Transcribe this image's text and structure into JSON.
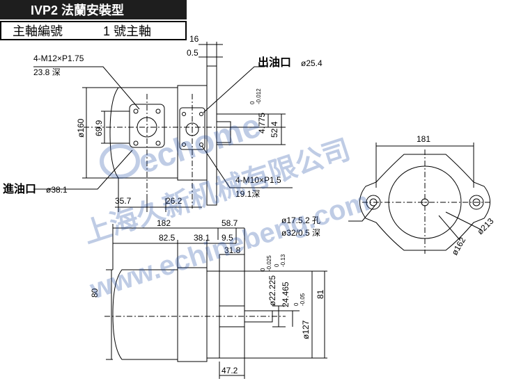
{
  "header": {
    "title": "IVP2 法蘭安裝型",
    "shaft_label": "主軸編號",
    "shaft_value": "1 號主軸"
  },
  "labels": {
    "outlet": "出油口",
    "outlet_size": "ø25.4",
    "inlet": "進油口",
    "inlet_size": "ø38.1",
    "inlet_thread": "4-M12×P1.75",
    "inlet_depth": "23.8 深",
    "outlet_thread": "4-M10×P1.5",
    "outlet_depth": "19.1深",
    "mount_hole": "ø17.5,2 孔",
    "mount_cbore": "ø32/0.5 深"
  },
  "dims": {
    "d16": "16",
    "d0_5": "0.5",
    "d4_775": "4.775",
    "tol_4775_hi": "0",
    "tol_4775_lo": "-0.012",
    "d52_4": "52.4",
    "d160": "ø160",
    "d69_9": "69.9",
    "d35_7": "35.7",
    "d26_2": "26.2",
    "d181": "181",
    "d213": "ø213",
    "d162": "ø162",
    "d182": "182",
    "d58_7": "58.7",
    "d82_5": "82.5",
    "d38_1": "38.1",
    "d9_5": "9.5",
    "d31_8": "31.8",
    "d80": "80",
    "d22_225": "ø22.225",
    "tol_22_hi": "0",
    "tol_22_lo": "-0.025",
    "d24_465": "24.465",
    "tol_24_hi": "0",
    "tol_24_lo": "-0.13",
    "d127": "ø127",
    "tol_127_hi": "0",
    "tol_127_lo": "-0.05",
    "d81": "81",
    "d47_2": "47.2"
  },
  "watermark": {
    "brand": "echome",
    "company": "上海久新机械有限公司",
    "url": "www.echinebeng.com"
  },
  "colors": {
    "ink": "#000000",
    "header_bg": "#1e1e1e",
    "watermark": "#1c4aa6"
  }
}
